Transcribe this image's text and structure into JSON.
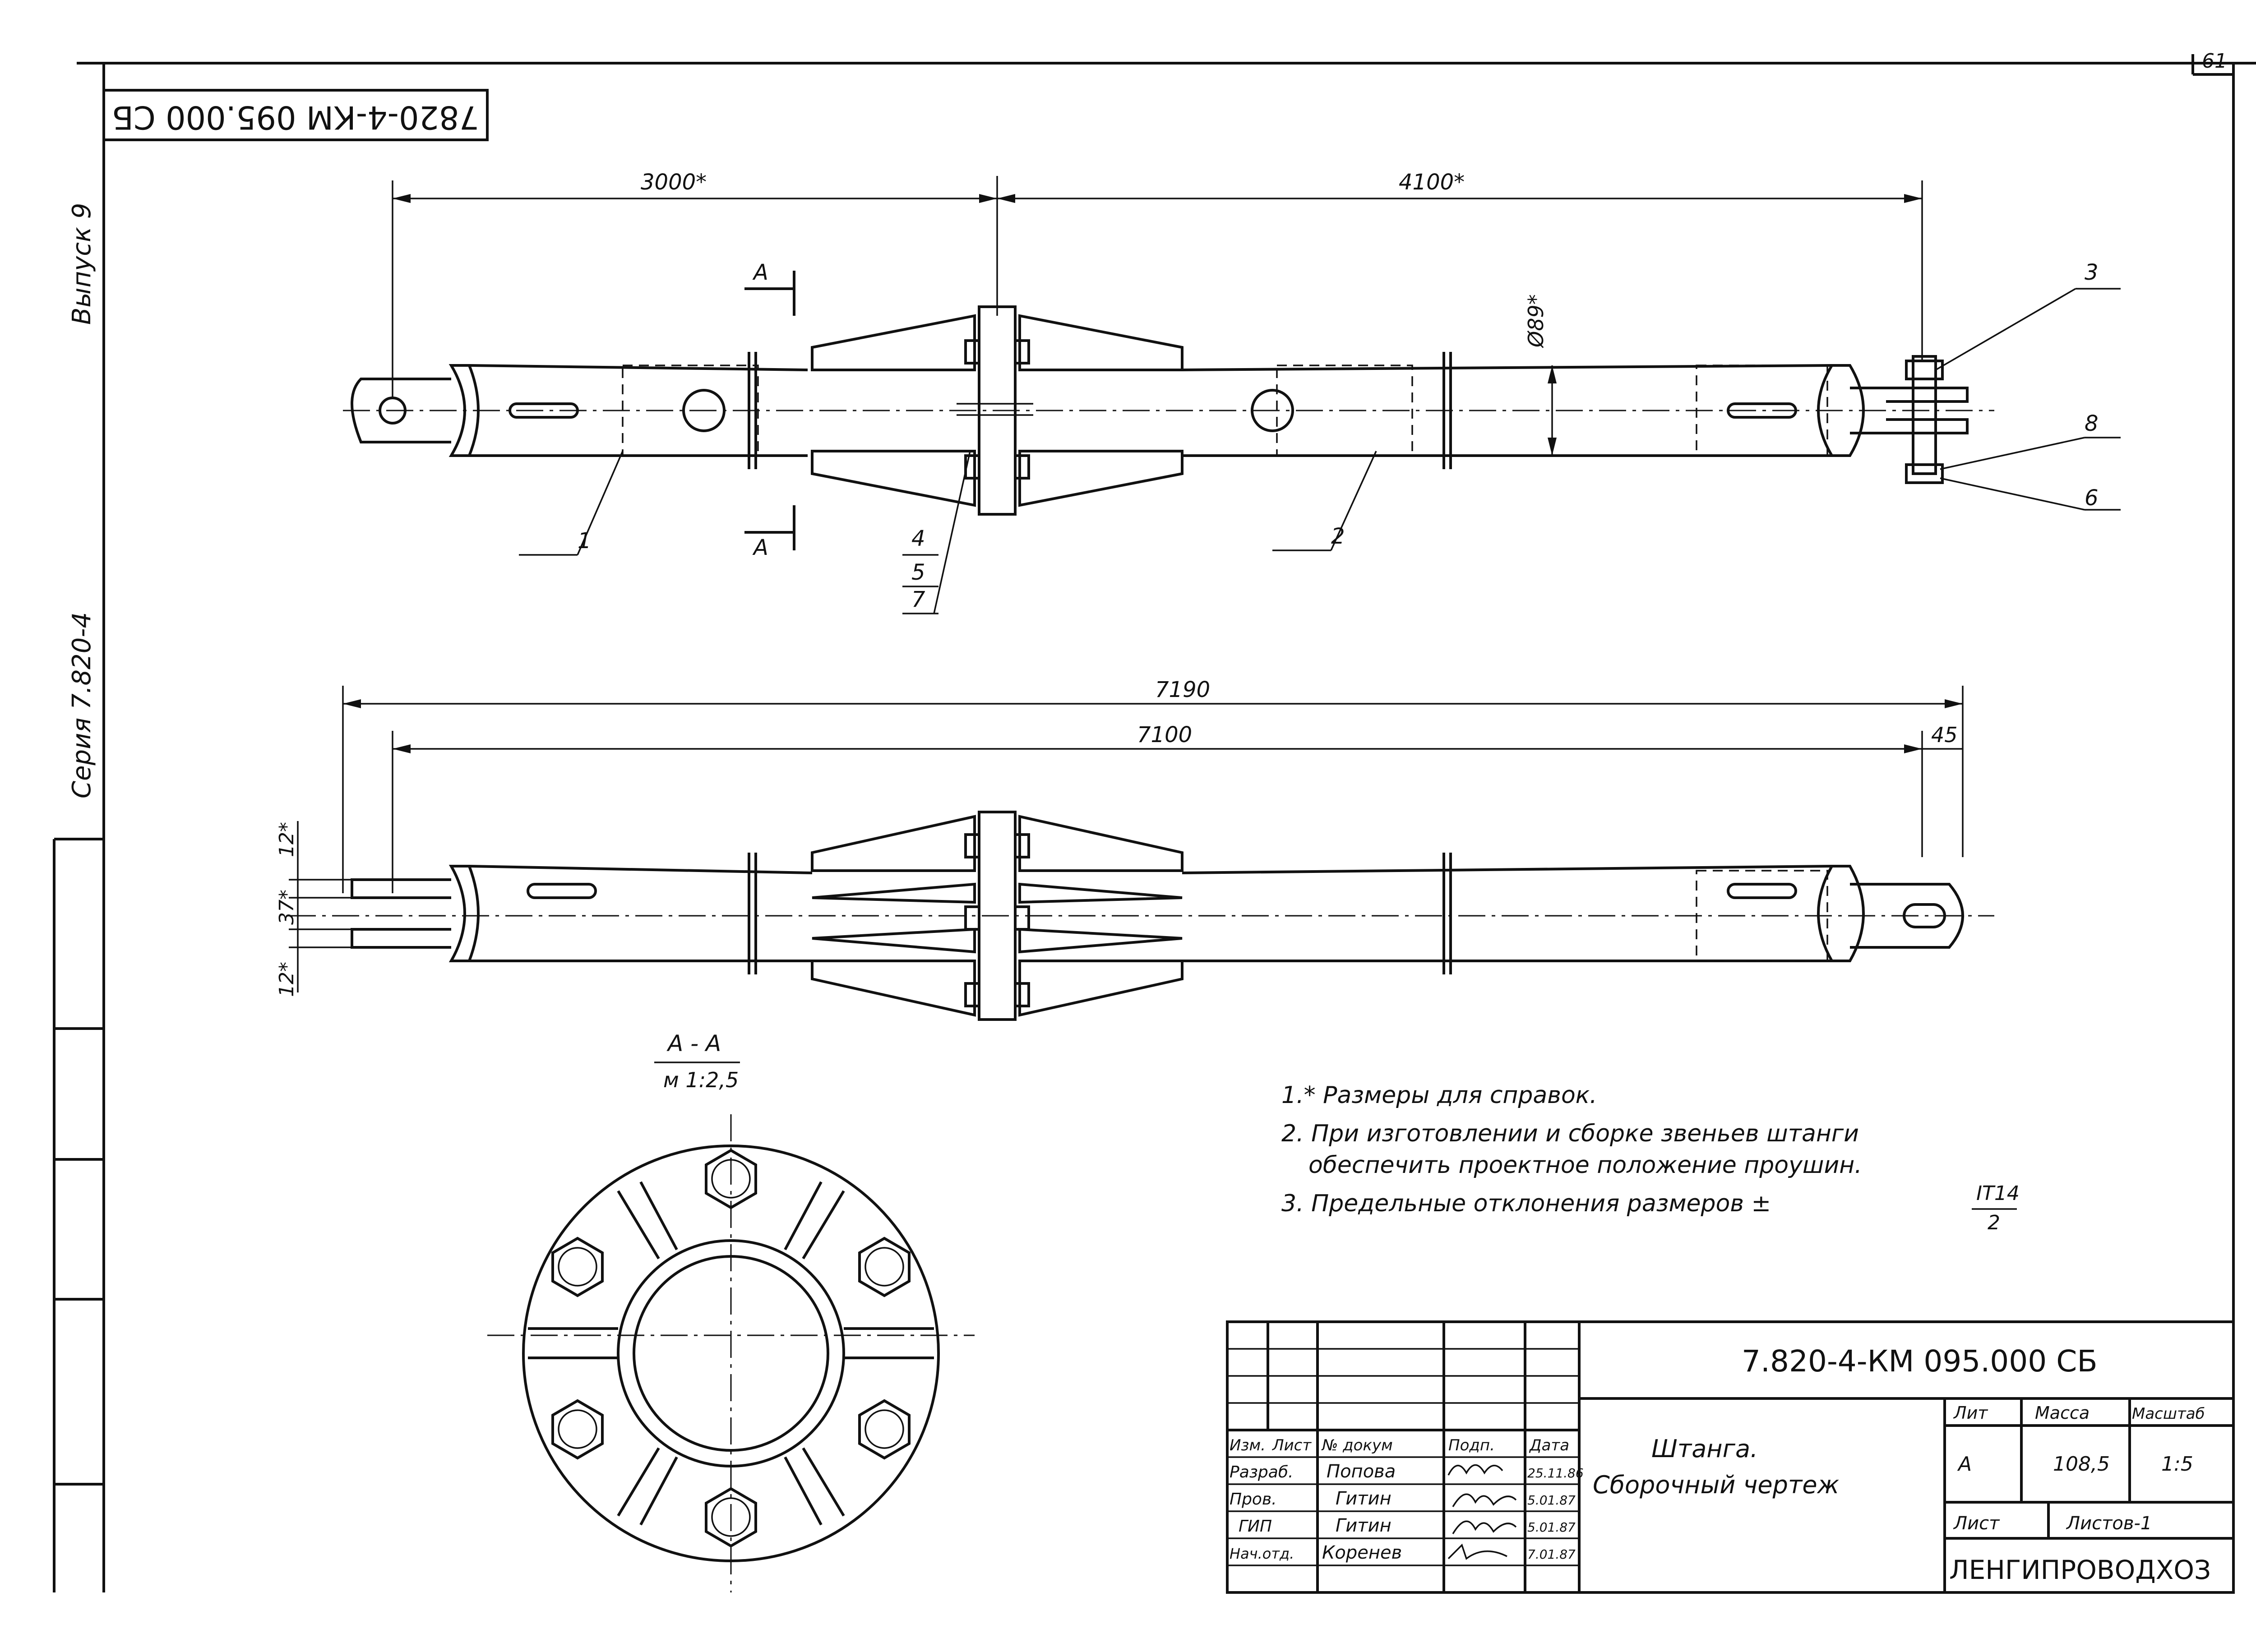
{
  "sheet_number": "61",
  "doc_code_rotated": "7820-4-КМ 095.000 СБ",
  "left_margin": {
    "issue": "Выпуск 9",
    "series": "Серия 7.820-4"
  },
  "top_view": {
    "dim_left": "3000*",
    "dim_right": "4100*",
    "dim_diameter": "Ø89*",
    "section_mark": "А",
    "callouts": [
      "1",
      "2",
      "3",
      "4",
      "5",
      "6",
      "7",
      "8"
    ]
  },
  "bottom_view": {
    "dim_overall": "7190",
    "dim_main": "7100",
    "dim_end": "45",
    "dim_top": "12*",
    "dim_middle": "37*",
    "dim_bottom": "12*"
  },
  "section": {
    "title": "А - А",
    "scale": "м 1:2,5"
  },
  "notes": [
    "1.* Размеры для справок.",
    "2. При изготовлении и сборке звеньев штанги",
    "обеспечить проектное положение проушин.",
    "3. Предельные отклонения размеров ±"
  ],
  "tolerance": {
    "numerator": "IT14",
    "denominator": "2"
  },
  "title_block": {
    "designation": "7.820-4-КМ 095.000 СБ",
    "name_line1": "Штанга.",
    "name_line2": "Сборочный чертеж",
    "header": [
      "Изм.",
      "Лист",
      "№ докум",
      "Подп.",
      "Дата"
    ],
    "rows": [
      {
        "role": "Разраб.",
        "name": "Попова",
        "date": "25.11.86"
      },
      {
        "role": "Пров.",
        "name": "Гитин",
        "date": "5.01.87"
      },
      {
        "role": "ГИП",
        "name": "Гитин",
        "date": "5.01.87"
      },
      {
        "role": "Нач.отд.",
        "name": "Коренев",
        "date": "7.01.87"
      }
    ],
    "lit_label": "Лит",
    "mass_label": "Масса",
    "scale_label": "Масштаб",
    "lit_value": "А",
    "mass_value": "108,5",
    "scale_value": "1:5",
    "sheet_label": "Лист",
    "sheets_label": "Листов-1",
    "organization": "ЛЕНГИПРОВОДХОЗ"
  }
}
